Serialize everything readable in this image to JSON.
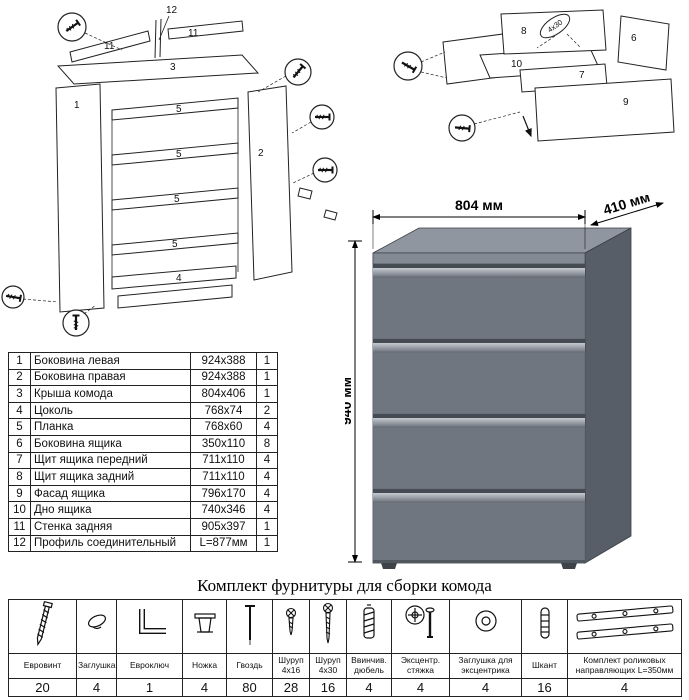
{
  "diagrams": {
    "carcass": {
      "part1": "1",
      "part2": "2",
      "part3": "3",
      "part4": "4",
      "part5": "5",
      "part11": "11",
      "part12": "12"
    },
    "drawer": {
      "part6": "6",
      "part7": "7",
      "part8": "8",
      "part9": "9",
      "part10": "10",
      "screw_label": "4x30"
    }
  },
  "dresser": {
    "width_label": "804 мм",
    "depth_label": "410 мм",
    "height_label": "940 мм"
  },
  "parts_table": {
    "rows": [
      {
        "num": "1",
        "name": "Боковина левая",
        "size": "924x388",
        "qty": "1"
      },
      {
        "num": "2",
        "name": "Боковина правая",
        "size": "924x388",
        "qty": "1"
      },
      {
        "num": "3",
        "name": "Крыша комода",
        "size": "804x406",
        "qty": "1"
      },
      {
        "num": "4",
        "name": "Цоколь",
        "size": "768x74",
        "qty": "2"
      },
      {
        "num": "5",
        "name": "Планка",
        "size": "768x60",
        "qty": "4"
      },
      {
        "num": "6",
        "name": "Боковина ящика",
        "size": "350x110",
        "qty": "8"
      },
      {
        "num": "7",
        "name": "Щит ящика передний",
        "size": "711x110",
        "qty": "4"
      },
      {
        "num": "8",
        "name": "Щит ящика задний",
        "size": "711x110",
        "qty": "4"
      },
      {
        "num": "9",
        "name": "Фасад ящика",
        "size": "796x170",
        "qty": "4"
      },
      {
        "num": "10",
        "name": "Дно ящика",
        "size": "740x346",
        "qty": "4"
      },
      {
        "num": "11",
        "name": "Стенка задняя",
        "size": "905x397",
        "qty": "1"
      },
      {
        "num": "12",
        "name": "Профиль соединительный",
        "size": "L=877мм",
        "qty": "1"
      }
    ]
  },
  "hardware": {
    "title": "Комплект фурнитуры для сборки комода",
    "items": [
      {
        "name": "Евровинт",
        "qty": "20",
        "icon": "euroscrew-icon"
      },
      {
        "name": "Заглушка",
        "qty": "4",
        "icon": "cap-plug-icon"
      },
      {
        "name": "Евроключ",
        "qty": "1",
        "icon": "hex-key-icon"
      },
      {
        "name": "Ножка",
        "qty": "4",
        "icon": "leg-icon"
      },
      {
        "name": "Гвоздь",
        "qty": "80",
        "icon": "nail-icon"
      },
      {
        "name": "Шуруп 4x16",
        "qty": "28",
        "icon": "screw-4x16-icon"
      },
      {
        "name": "Шуруп 4x30",
        "qty": "16",
        "icon": "screw-4x30-icon"
      },
      {
        "name": "Ввинчив. дюбель",
        "qty": "4",
        "icon": "screw-in-dowel-icon"
      },
      {
        "name": "Эксцентр. стяжка",
        "qty": "4",
        "icon": "eccentric-cam-icon"
      },
      {
        "name": "Заглушка для эксцентрика",
        "qty": "4",
        "icon": "cam-cap-icon"
      },
      {
        "name": "Шкант",
        "qty": "16",
        "icon": "dowel-pin-icon"
      },
      {
        "name": "Комплект роликовых направляющих L=350мм",
        "qty": "4",
        "icon": "roller-guides-icon"
      }
    ]
  }
}
